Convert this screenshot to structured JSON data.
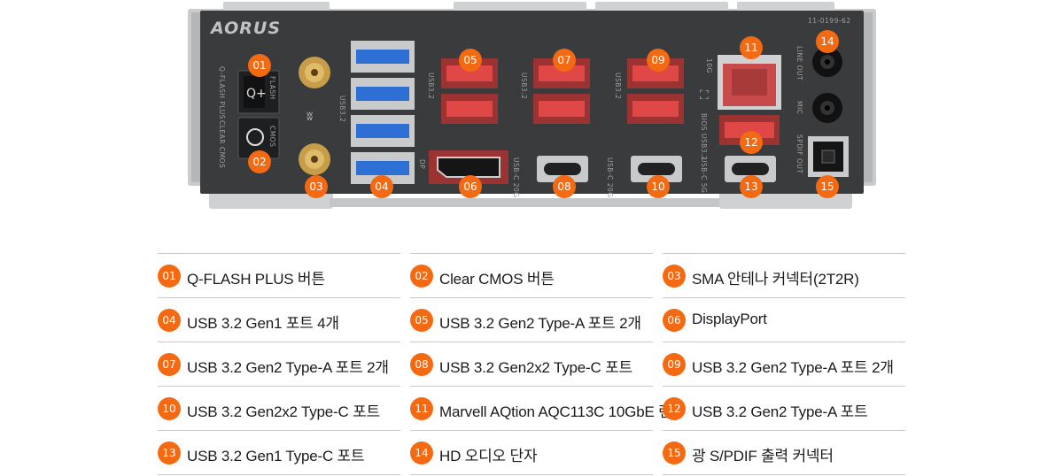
{
  "panel": {
    "brand": "AORUS",
    "labels": {
      "qflash": "Q-FLASH PLUS",
      "flash_btn": "FLASH",
      "clear_cmos": "CLEAR CMOS",
      "cmos_btn": "CMOS",
      "usb32": "USB3.2",
      "usb_c_20g": "USB-C 20G",
      "usb_c_5g": "USB-C 5G",
      "dp": "DP",
      "tenG": "10G",
      "bios_usb": "BIOS USB3.2",
      "line_out": "LINE OUT",
      "mic": "MIC",
      "spdif_out": "SPDIF OUT",
      "part_no": "11-0199-62"
    },
    "badges": [
      "01",
      "02",
      "03",
      "04",
      "05",
      "06",
      "07",
      "08",
      "09",
      "10",
      "11",
      "12",
      "13",
      "14",
      "15"
    ]
  },
  "legend": [
    {
      "num": "01",
      "text": "Q-FLASH PLUS 버튼"
    },
    {
      "num": "04",
      "text": "USB 3.2 Gen1 포트 4개"
    },
    {
      "num": "07",
      "text": "USB 3.2 Gen2 Type-A 포트 2개"
    },
    {
      "num": "10",
      "text": "USB 3.2 Gen2x2 Type-C 포트"
    },
    {
      "num": "13",
      "text": "USB 3.2 Gen1 Type-C 포트"
    },
    {
      "num": "02",
      "text": "Clear CMOS 버튼"
    },
    {
      "num": "05",
      "text": "USB 3.2 Gen2 Type-A 포트 2개"
    },
    {
      "num": "08",
      "text": "USB 3.2 Gen2x2 Type-C 포트"
    },
    {
      "num": "11",
      "text": "Marvell AQtion AQC113C 10GbE 랜"
    },
    {
      "num": "14",
      "text": "HD 오디오 단자"
    },
    {
      "num": "03",
      "text": "SMA 안테나 커넥터(2T2R)"
    },
    {
      "num": "06",
      "text": "DisplayPort"
    },
    {
      "num": "09",
      "text": "USB 3.2 Gen2 Type-A 포트 2개"
    },
    {
      "num": "12",
      "text": "USB 3.2 Gen2 Type-A 포트"
    },
    {
      "num": "15",
      "text": "광 S/PDIF 출력 커넥터"
    }
  ]
}
